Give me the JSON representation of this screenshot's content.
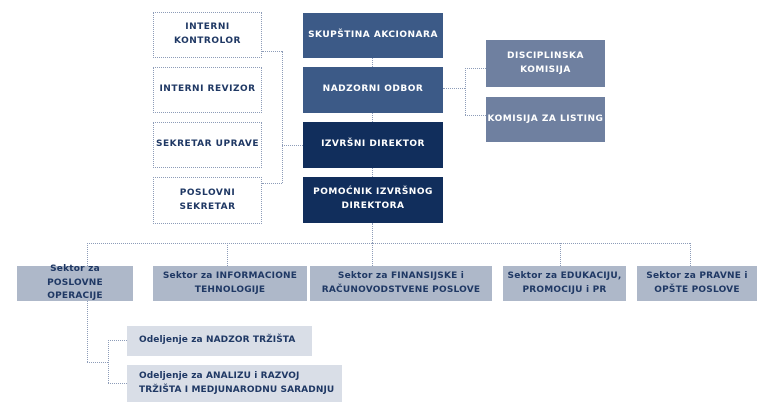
{
  "colors": {
    "medium_blue": "#3c5a87",
    "dark_navy": "#112e5c",
    "slate_blue": "#6f80a0",
    "sector_fill": "#aeb8c9",
    "department_fill": "#d9dee7",
    "navy_text": "#1f3864",
    "line": "#8d9cb8"
  },
  "org_chart": {
    "governance": [
      {
        "label": "SKUPŠTINA AKCIONARA"
      },
      {
        "label": "NADZORNI ODBOR"
      },
      {
        "label": "IZVRŠNI DIREKTOR"
      },
      {
        "label": "POMOĆNIK IZVRŠNOG DIREKTORA"
      }
    ],
    "staff_units": [
      {
        "label": "INTERNI KONTROLOR"
      },
      {
        "label": "INTERNI REVIZOR"
      },
      {
        "label": "SEKRETAR UPRAVE"
      },
      {
        "label": "POSLOVNI SEKRETAR"
      }
    ],
    "committees": [
      {
        "label": "DISCIPLINSKA KOMISIJA"
      },
      {
        "label": "KOMISIJA ZA LISTING"
      }
    ],
    "sectors": [
      {
        "label": "Sektor za POSLOVNE OPERACIJE"
      },
      {
        "label": "Sektor za INFORMACIONE TEHNOLOGIJE"
      },
      {
        "label": "Sektor za FINANSIJSKE i RAČUNOVODSTVENE POSLOVE"
      },
      {
        "label": "Sektor za EDUKACIJU, PROMOCIJU i PR"
      },
      {
        "label": "Sektor za PRAVNE i OPŠTE POSLOVE"
      }
    ],
    "departments": [
      {
        "label": "Odeljenje za NADZOR TRŽIŠTA"
      },
      {
        "label": "Odeljenje za ANALIZU i RAZVOJ TRŽIŠTA I MEDJUNARODNU SARADNJU"
      }
    ]
  }
}
